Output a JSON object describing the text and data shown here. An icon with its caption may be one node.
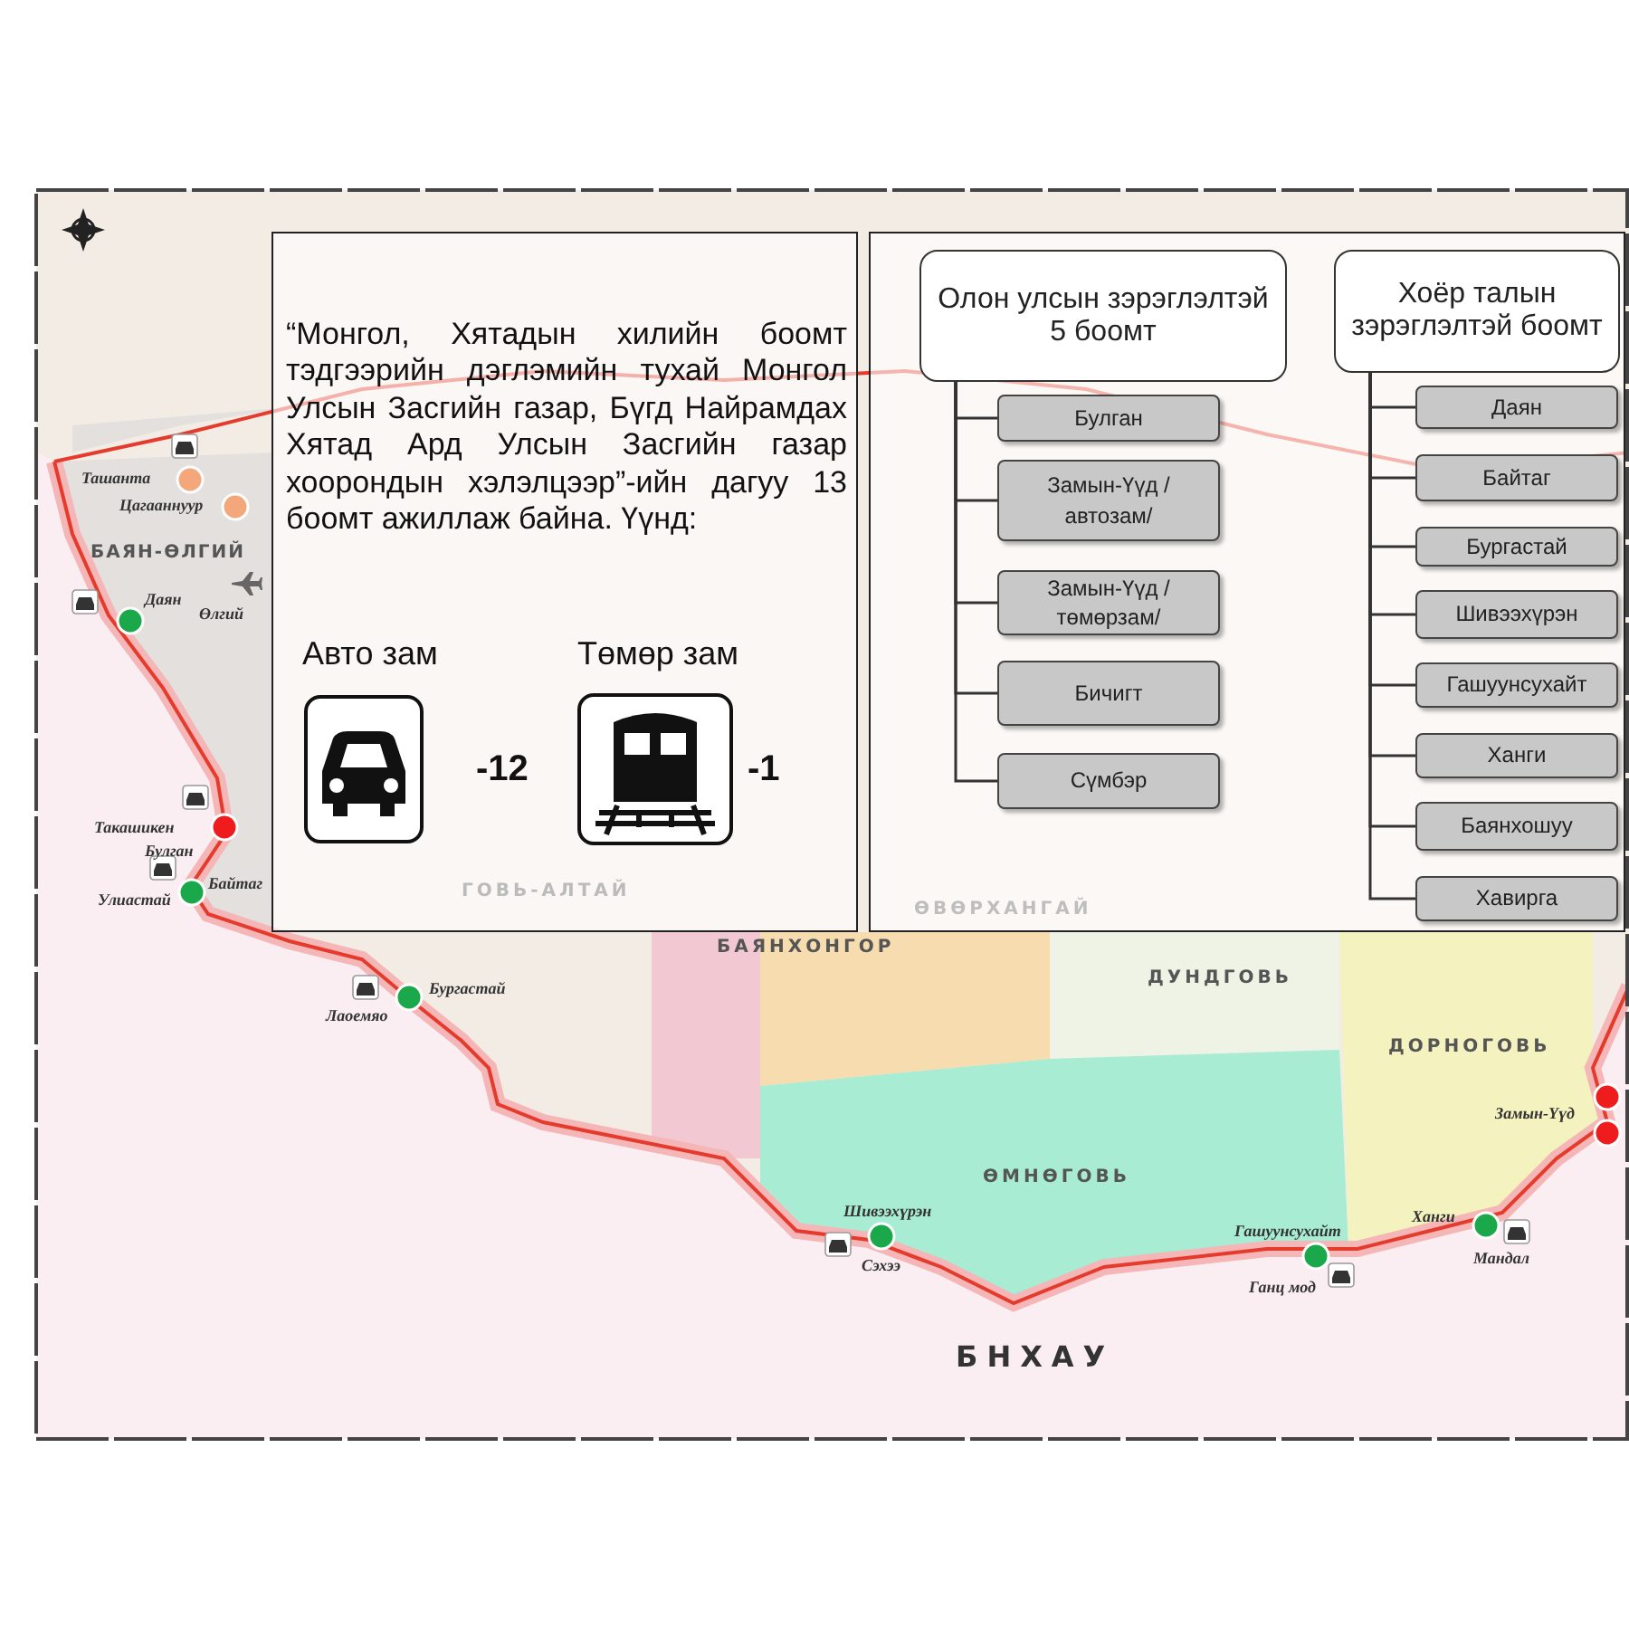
{
  "diagram": {
    "nodes": [
      {
        "text": [
          "“Монгол, Хятадын хилийн боомт тэдгээрийн дэглэмийн тухай Монгол Улсын Засгийн газар, Бүгд Найрамдах Хятад Ард Улсын Засгийн газар хоорондын хэлэлцээр”-ийн дагуу 13 боомт ажиллаж байна. Үүнд:",
          "Авто зам",
          "-12",
          "Төмөр зам",
          "-1"
        ]
      },
      {
        "text": [],
        "shape": "box"
      },
      {
        "text": [
          "Олон улсын зэрэглэлтэй 5  боомт"
        ],
        "in": 1
      },
      {
        "text": [
          "Булган"
        ],
        "in": 1
      },
      {
        "text": [
          "Замын-Үүд /автозам/"
        ],
        "in": 1
      },
      {
        "text": [
          "Замын-Үүд /төмөрзам/"
        ],
        "in": 1
      },
      {
        "text": [
          "Бичигт"
        ],
        "in": 1
      },
      {
        "text": [
          "Сүмбэр"
        ],
        "in": 1
      },
      {
        "text": [
          "Хоёр талын зэрэглэлтэй боомт"
        ],
        "in": 1
      },
      {
        "text": [
          "Даян"
        ],
        "in": 1
      },
      {
        "text": [
          "Байтаг"
        ],
        "in": 1
      },
      {
        "text": [
          "Бургастай"
        ],
        "in": 1
      },
      {
        "text": [
          "Шивээхүрэн"
        ],
        "in": 1
      },
      {
        "text": [
          "Гашуунсухайт"
        ],
        "in": 1
      },
      {
        "text": [
          "Ханги"
        ],
        "in": 1
      },
      {
        "text": [
          "Баянхошуу"
        ],
        "in": 1
      },
      {
        "text": [
          "Хавирга"
        ],
        "in": 1
      }
    ],
    "edges": [
      {
        "from": 2,
        "to": 3,
        "arrow": "none"
      },
      {
        "from": 2,
        "to": 4,
        "arrow": "none"
      },
      {
        "from": 2,
        "to": 5,
        "arrow": "none"
      },
      {
        "from": 2,
        "to": 6,
        "arrow": "none"
      },
      {
        "from": 2,
        "to": 7,
        "arrow": "none"
      },
      {
        "from": 8,
        "to": 9,
        "arrow": "none"
      },
      {
        "from": 8,
        "to": 10,
        "arrow": "none"
      },
      {
        "from": 8,
        "to": 11,
        "arrow": "none"
      },
      {
        "from": 8,
        "to": 12,
        "arrow": "none"
      },
      {
        "from": 8,
        "to": 13,
        "arrow": "none"
      },
      {
        "from": 8,
        "to": 14,
        "arrow": "none"
      },
      {
        "from": 8,
        "to": 15,
        "arrow": "none"
      },
      {
        "from": 8,
        "to": 16,
        "arrow": "none"
      }
    ],
    "labels": [
      "Ташанта",
      "Цагааннуур",
      "БАЯН-ӨЛГИЙ",
      "Өлгий",
      "Даян",
      "Такашикен",
      "Булган",
      "Улиастай",
      "Байтаг",
      "ГОВЬ-АЛТАЙ",
      "ӨВӨРХАНГАЙ",
      "БАЯНХОНГОР",
      "ДУНДГОВЬ",
      "Бургастай",
      "Лаоемяо",
      "ДОРНОГОВЬ",
      "Замын-Үүд",
      "ӨМНӨГОВЬ",
      "Ханги",
      "Шивээхүрэн",
      "Гашуунсухайт",
      "Мандал",
      "Сэхээ",
      "Ганц мод",
      "БНХАУ"
    ]
  }
}
